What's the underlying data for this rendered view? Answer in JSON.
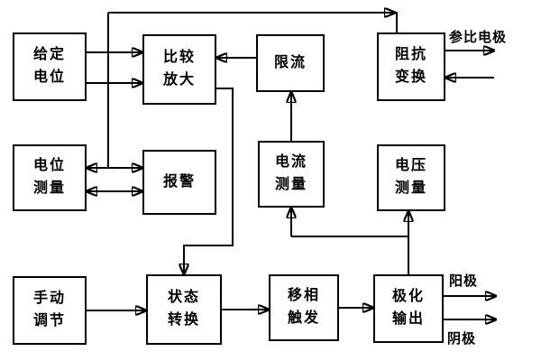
{
  "colors": {
    "line": "#000000",
    "background": "#ffffff"
  },
  "boxes": [
    {
      "id": "given-potential",
      "label": "给定\n电位"
    },
    {
      "id": "compare-amplify",
      "label": "比较\n放大"
    },
    {
      "id": "current-limit",
      "label": "限流"
    },
    {
      "id": "impedance-transform",
      "label": "阻抗\n变换"
    },
    {
      "id": "potential-measure",
      "label": "电位\n测量"
    },
    {
      "id": "alarm",
      "label": "报警"
    },
    {
      "id": "current-measure",
      "label": "电流\n测量"
    },
    {
      "id": "voltage-measure",
      "label": "电压\n测量"
    },
    {
      "id": "manual-adjust",
      "label": "手动\n调节"
    },
    {
      "id": "state-convert",
      "label": "状态\n转换"
    },
    {
      "id": "phase-trigger",
      "label": "移相\n触发"
    },
    {
      "id": "polarization-output",
      "label": "极化\n输出"
    }
  ],
  "labels": {
    "reference_electrode": "参比电极",
    "anode": "阳极",
    "cathode": "阴极"
  }
}
